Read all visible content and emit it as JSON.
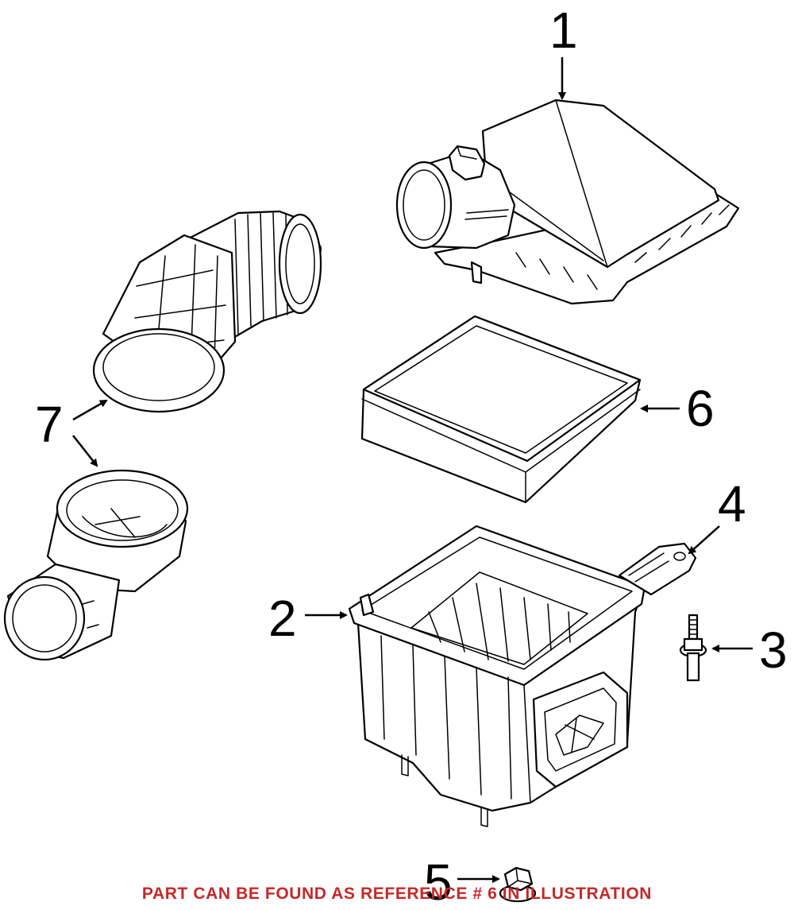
{
  "callouts": {
    "c1": "1",
    "c2": "2",
    "c3": "3",
    "c4": "4",
    "c5": "5",
    "c6": "6",
    "c7": "7"
  },
  "footer": {
    "text": "PART CAN BE FOUND AS REFERENCE # 6 IN ILLUSTRATION",
    "color": "#c62828"
  },
  "colors": {
    "line": "#000000",
    "background": "#ffffff"
  }
}
